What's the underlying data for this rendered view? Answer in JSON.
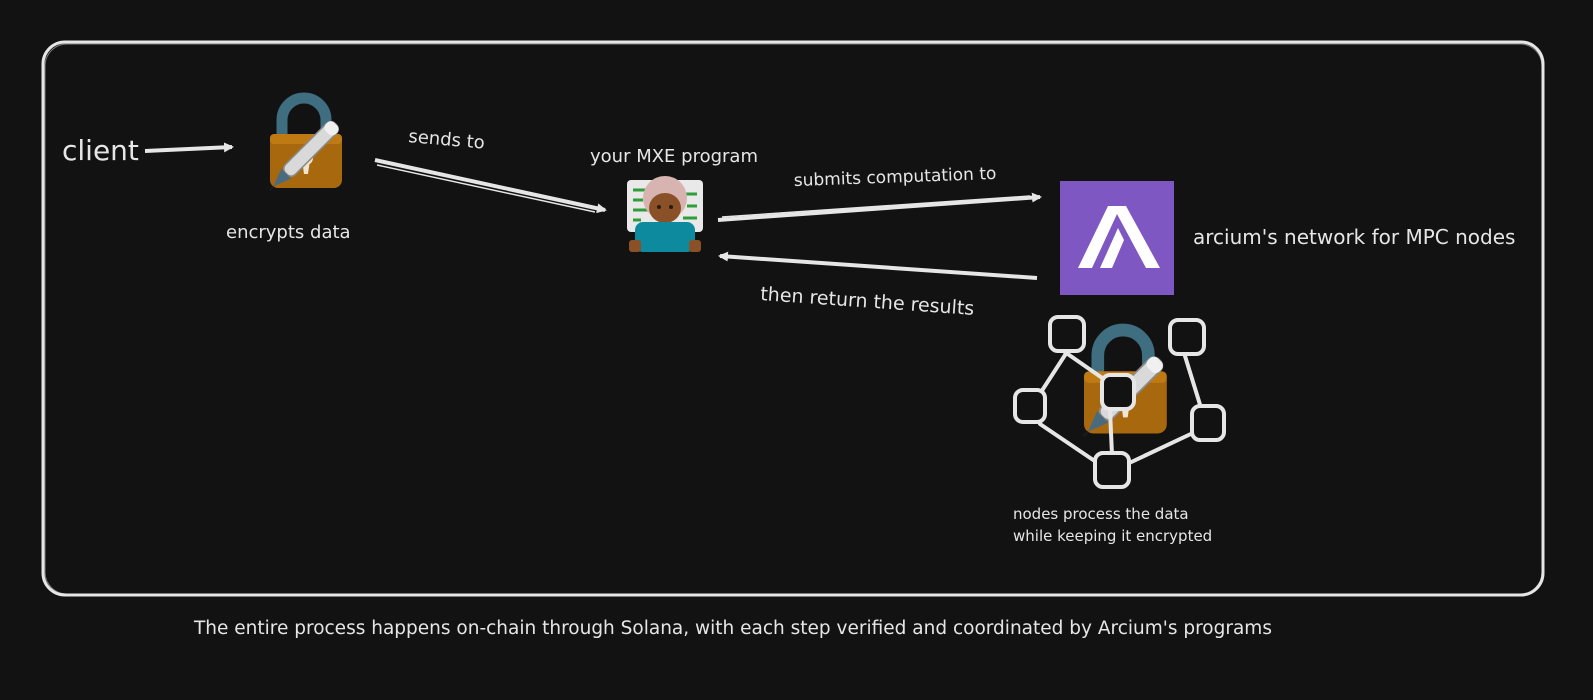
{
  "labels": {
    "client": "client",
    "encrypts": "encrypts data",
    "sends_to": "sends to",
    "mxe_program": "your MXE program",
    "submits": "submits computation to",
    "returns": "then return the results",
    "network": "arcium's network for MPC nodes",
    "nodes_line1": "nodes process the data",
    "nodes_line2": "while keeping it encrypted"
  },
  "caption": "The entire process happens on-chain through Solana, with each step verified and coordinated by Arcium's programs",
  "icons": {
    "lock": "locked-with-pen-icon",
    "technologist": "technologist-icon",
    "arcium": "arcium-logo",
    "network": "mpc-node-network-icon"
  },
  "colors": {
    "background": "#121212",
    "stroke": "#e6e6e6",
    "arcium_purple": "#7e57c2",
    "lock_gold": "#a8680e",
    "shackle": "#3f6e80"
  }
}
